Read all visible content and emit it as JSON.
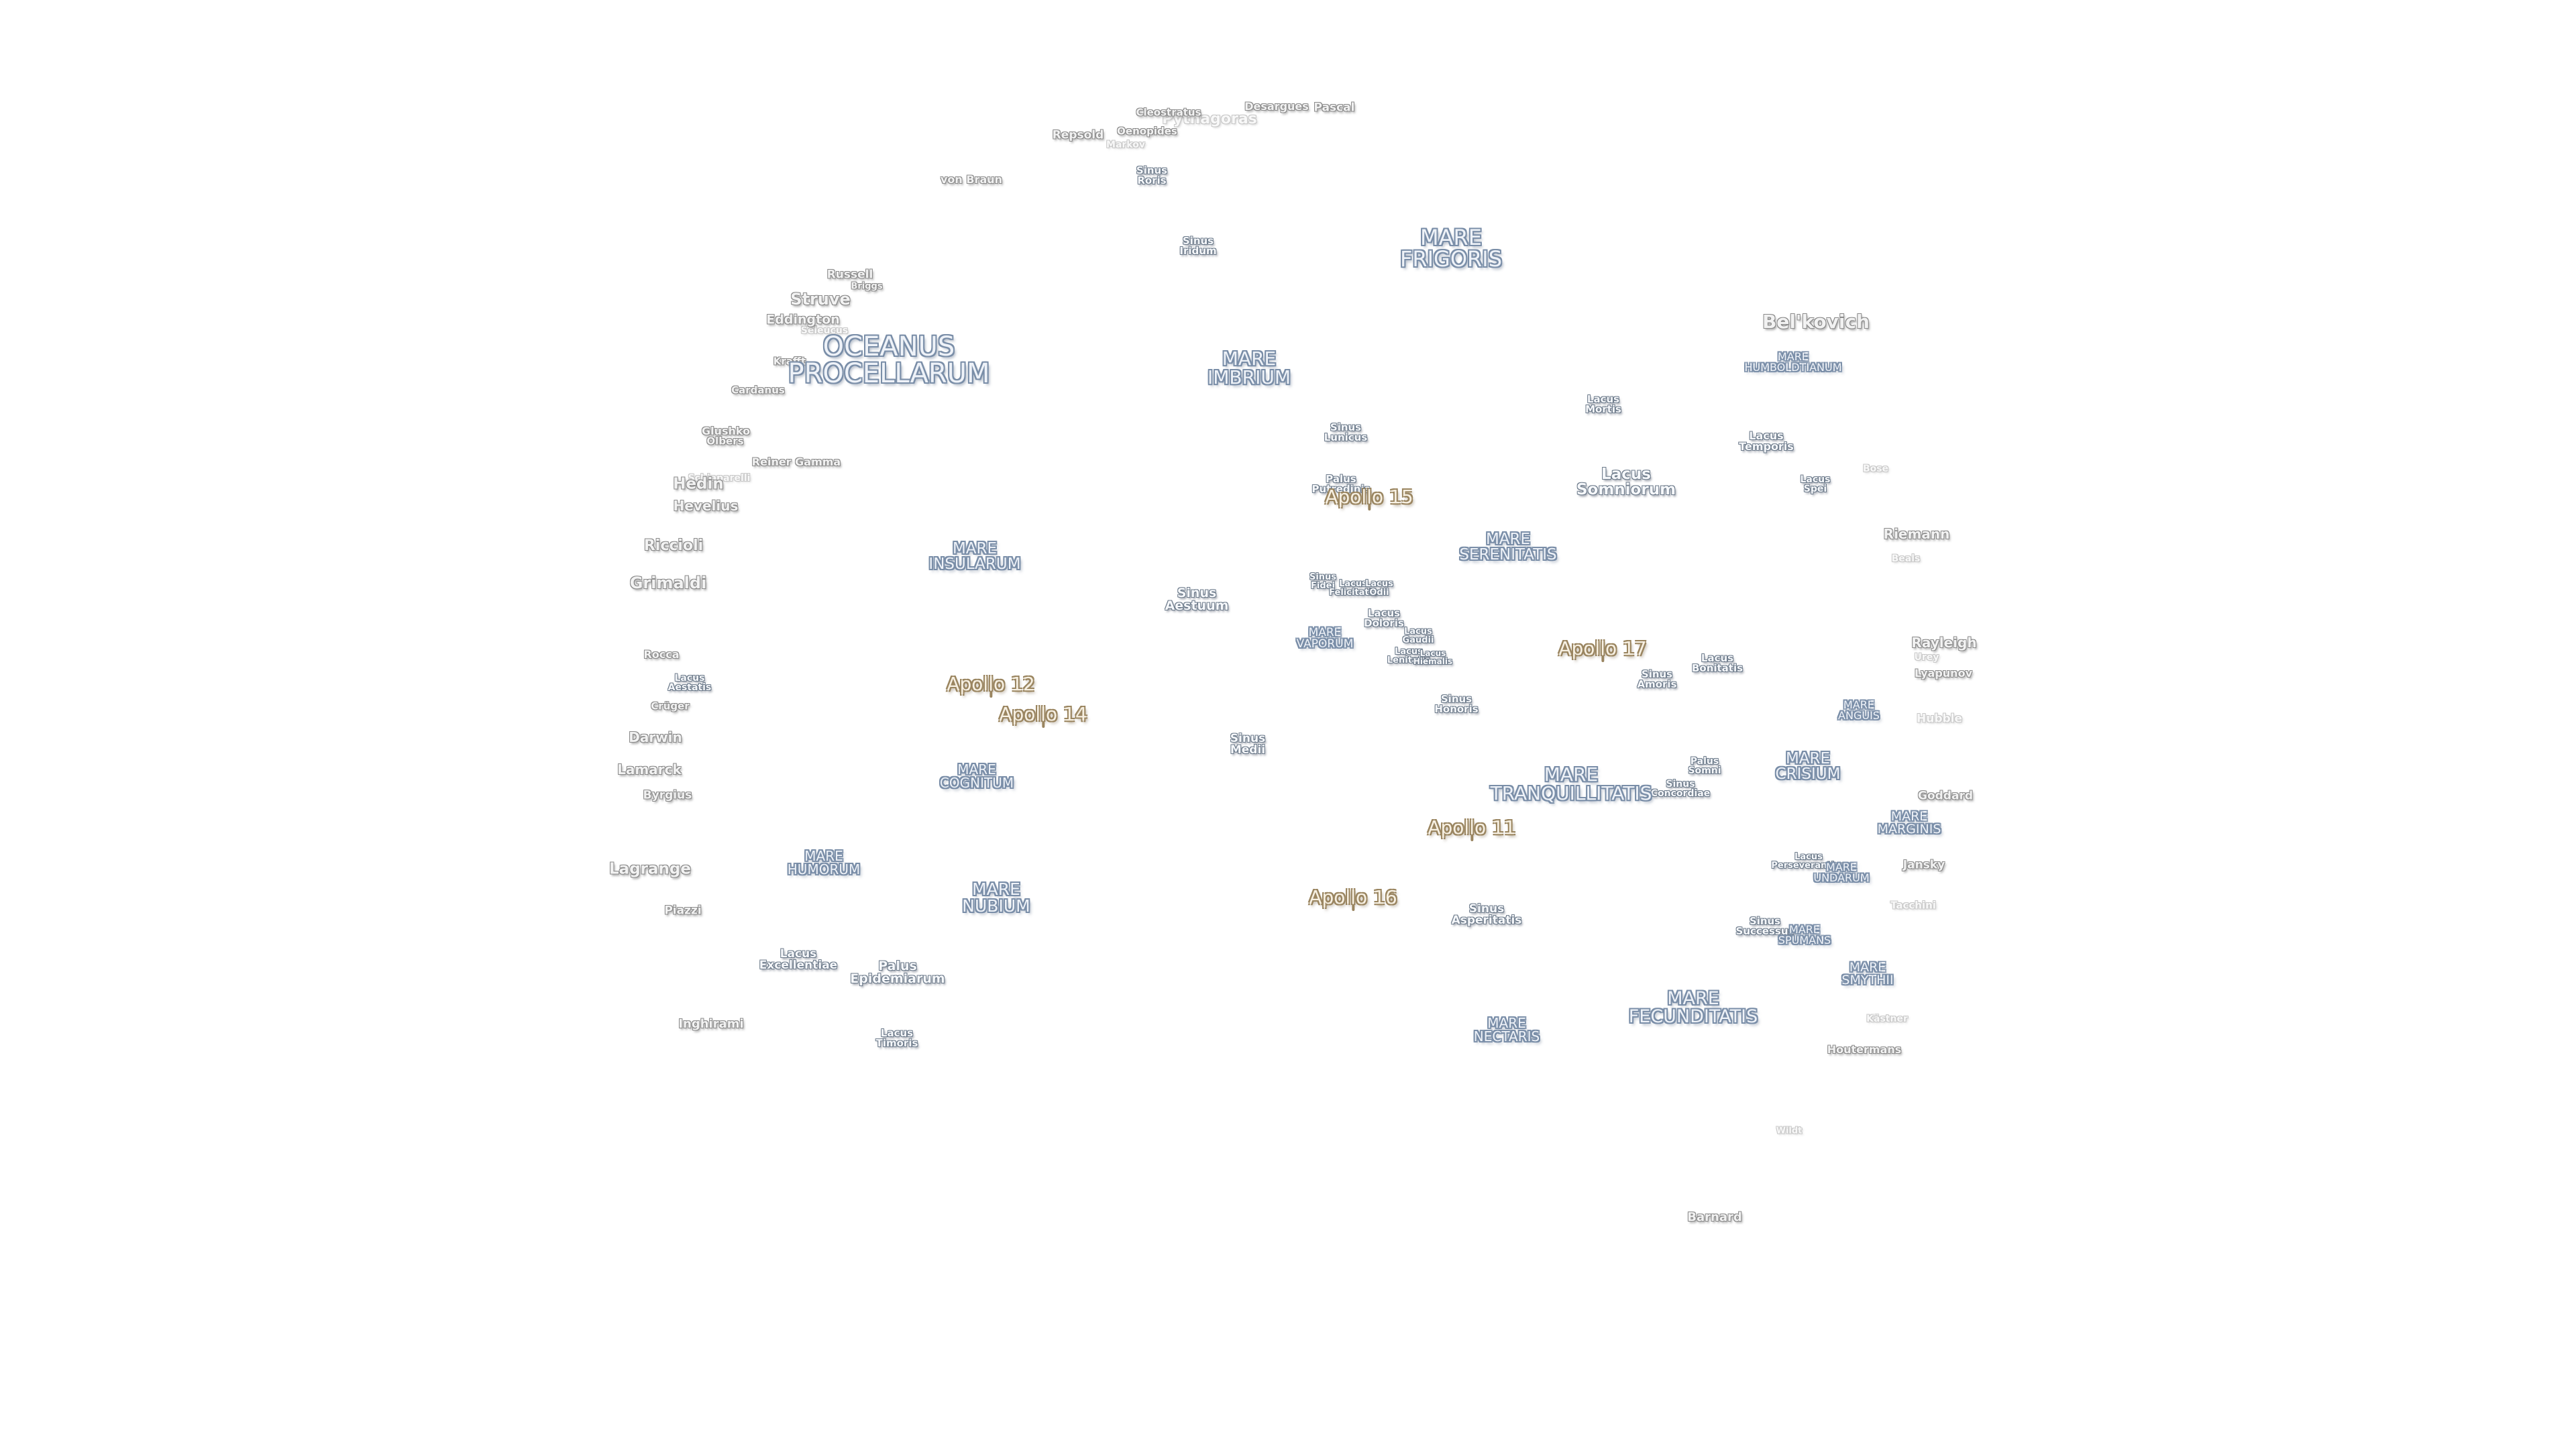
{
  "map": {
    "maria": [
      {
        "name": "OCEANUS\nPROCELLARUM",
        "id": "oceanus-procellarum"
      },
      {
        "name": "MARE\nFRIGORIS",
        "id": "mare-frigoris"
      },
      {
        "name": "MARE\nIMBRIUM",
        "id": "mare-imbrium"
      },
      {
        "name": "MARE\nSERENITATIS",
        "id": "mare-serenitatis"
      },
      {
        "name": "MARE\nINSULARUM",
        "id": "mare-insularum"
      },
      {
        "name": "MARE\nTRANQUILLITATIS",
        "id": "mare-tranquillitatis"
      },
      {
        "name": "MARE\nCRISIUM",
        "id": "mare-crisium"
      },
      {
        "name": "MARE\nCOGNITUM",
        "id": "mare-cognitum"
      },
      {
        "name": "MARE\nHUMORUM",
        "id": "mare-humorum"
      },
      {
        "name": "MARE\nNUBIUM",
        "id": "mare-nubium"
      },
      {
        "name": "MARE\nFECUNDITATIS",
        "id": "mare-fecunditatis"
      },
      {
        "name": "MARE\nNECTARIS",
        "id": "mare-nectaris"
      },
      {
        "name": "MARE\nMARGINIS",
        "id": "mare-marginis"
      },
      {
        "name": "MARE\nSMYTHII",
        "id": "mare-smythii"
      },
      {
        "name": "MARE\nHUMBOLDTIANUM",
        "id": "mare-humboldtianum"
      },
      {
        "name": "MARE\nVAPORUM",
        "id": "mare-vaporum"
      },
      {
        "name": "MARE\nANGUIS",
        "id": "mare-anguis"
      },
      {
        "name": "MARE\nUNDARUM",
        "id": "mare-undarum"
      },
      {
        "name": "MARE\nSPUMANS",
        "id": "mare-spumans"
      }
    ],
    "features": [
      {
        "name": "Sinus\nIridum",
        "id": "sinus-iridum"
      },
      {
        "name": "Sinus\nRoris",
        "id": "sinus-roris"
      },
      {
        "name": "Sinus\nLunicus",
        "id": "sinus-lunicus"
      },
      {
        "name": "Palus\nPutredinis",
        "id": "palus-putredinis"
      },
      {
        "name": "Lacus\nMortis",
        "id": "lacus-mortis"
      },
      {
        "name": "Lacus\nTemporis",
        "id": "lacus-temporis"
      },
      {
        "name": "Lacus\nSpei",
        "id": "lacus-spei"
      },
      {
        "name": "Lacus\nSomniorum",
        "id": "lacus-somniorum"
      },
      {
        "name": "Sinus\nAestuum",
        "id": "sinus-aestuum"
      },
      {
        "name": "Sinus\nFidei",
        "id": "sinus-fidei"
      },
      {
        "name": "Lacus\nFelicitatis",
        "id": "lacus-felicitatis"
      },
      {
        "name": "Lacus\nOdii",
        "id": "lacus-odii"
      },
      {
        "name": "Lacus\nDoloris",
        "id": "lacus-doloris"
      },
      {
        "name": "Lacus\nGaudii",
        "id": "lacus-gaudii"
      },
      {
        "name": "Lacus\nLenitatis",
        "id": "lacus-lenitatis"
      },
      {
        "name": "Lacus\nHiemalis",
        "id": "lacus-hiemalis"
      },
      {
        "name": "Sinus\nHonoris",
        "id": "sinus-honoris"
      },
      {
        "name": "Sinus\nAmoris",
        "id": "sinus-amoris"
      },
      {
        "name": "Lacus\nBonitatis",
        "id": "lacus-bonitatis"
      },
      {
        "name": "Sinus\nMedii",
        "id": "sinus-medii"
      },
      {
        "name": "Palus\nSomni",
        "id": "palus-somni"
      },
      {
        "name": "Sinus\nConcordiae",
        "id": "sinus-concordiae"
      },
      {
        "name": "Lacus\nPerseverantiae",
        "id": "lacus-perseverantiae"
      },
      {
        "name": "Sinus\nSuccessus",
        "id": "sinus-successus"
      },
      {
        "name": "Sinus\nAsperitatis",
        "id": "sinus-asperitatis"
      },
      {
        "name": "Lacus\nAestatis",
        "id": "lacus-aestatis"
      },
      {
        "name": "Lacus\nExcellentiae",
        "id": "lacus-excellentiae"
      },
      {
        "name": "Palus\nEpidemiarum",
        "id": "palus-epidemiarum"
      },
      {
        "name": "Lacus\nTimoris",
        "id": "lacus-timoris"
      }
    ],
    "craters": [
      {
        "name": "Cleostratus",
        "id": "cleostratus"
      },
      {
        "name": "Desargues",
        "id": "desargues"
      },
      {
        "name": "Pascal",
        "id": "pascal"
      },
      {
        "name": "Repsold",
        "id": "repsold"
      },
      {
        "name": "Oenopides",
        "id": "oenopides"
      },
      {
        "name": "von Braun",
        "id": "von-braun"
      },
      {
        "name": "Russell",
        "id": "russell"
      },
      {
        "name": "Briggs",
        "id": "briggs"
      },
      {
        "name": "Struve",
        "id": "struve"
      },
      {
        "name": "Eddington",
        "id": "eddington"
      },
      {
        "name": "Krafft",
        "id": "krafft"
      },
      {
        "name": "Cardanus",
        "id": "cardanus"
      },
      {
        "name": "Glushko",
        "id": "glushko"
      },
      {
        "name": "Olbers",
        "id": "olbers"
      },
      {
        "name": "Reiner Gamma",
        "id": "reiner-gamma"
      },
      {
        "name": "Hedin",
        "id": "hedin"
      },
      {
        "name": "Hevelius",
        "id": "hevelius"
      },
      {
        "name": "Riccioli",
        "id": "riccioli"
      },
      {
        "name": "Grimaldi",
        "id": "grimaldi"
      },
      {
        "name": "Rocca",
        "id": "rocca"
      },
      {
        "name": "Crüger",
        "id": "cruger"
      },
      {
        "name": "Darwin",
        "id": "darwin"
      },
      {
        "name": "Lamarck",
        "id": "lamarck"
      },
      {
        "name": "Byrgius",
        "id": "byrgius"
      },
      {
        "name": "Lagrange",
        "id": "lagrange"
      },
      {
        "name": "Piazzi",
        "id": "piazzi"
      },
      {
        "name": "Inghirami",
        "id": "inghirami"
      },
      {
        "name": "Bel'kovich",
        "id": "belkovich"
      },
      {
        "name": "Riemann",
        "id": "riemann"
      },
      {
        "name": "Rayleigh",
        "id": "rayleigh"
      },
      {
        "name": "Lyapunov",
        "id": "lyapunov"
      },
      {
        "name": "Goddard",
        "id": "goddard"
      },
      {
        "name": "Jansky",
        "id": "jansky"
      },
      {
        "name": "Houtermans",
        "id": "houtermans"
      },
      {
        "name": "Barnard",
        "id": "barnard"
      }
    ],
    "faint_craters": [
      {
        "name": "Pythagoras",
        "id": "pythagoras"
      },
      {
        "name": "Markov",
        "id": "markov"
      },
      {
        "name": "Seleucus",
        "id": "seleucus"
      },
      {
        "name": "Schiaparelli",
        "id": "schiaparelli"
      },
      {
        "name": "Bose",
        "id": "bose"
      },
      {
        "name": "Beals",
        "id": "beals"
      },
      {
        "name": "Urey",
        "id": "urey"
      },
      {
        "name": "Hubble",
        "id": "hubble"
      },
      {
        "name": "Tacchini",
        "id": "tacchini"
      },
      {
        "name": "Kästner",
        "id": "kastner"
      },
      {
        "name": "Wildt",
        "id": "wildt"
      }
    ],
    "apollo_sites": [
      {
        "name": "Apollo 15",
        "id": "apollo-15"
      },
      {
        "name": "Apollo 17",
        "id": "apollo-17"
      },
      {
        "name": "Apollo 12",
        "id": "apollo-12"
      },
      {
        "name": "Apollo 14",
        "id": "apollo-14"
      },
      {
        "name": "Apollo 11",
        "id": "apollo-11"
      },
      {
        "name": "Apollo 16",
        "id": "apollo-16"
      }
    ],
    "colors": {
      "mare_outline": "#7a8ea8",
      "apollo_outline": "#9a8560",
      "crater_outline": "#8a8a8a",
      "background": "#ffffff"
    }
  }
}
